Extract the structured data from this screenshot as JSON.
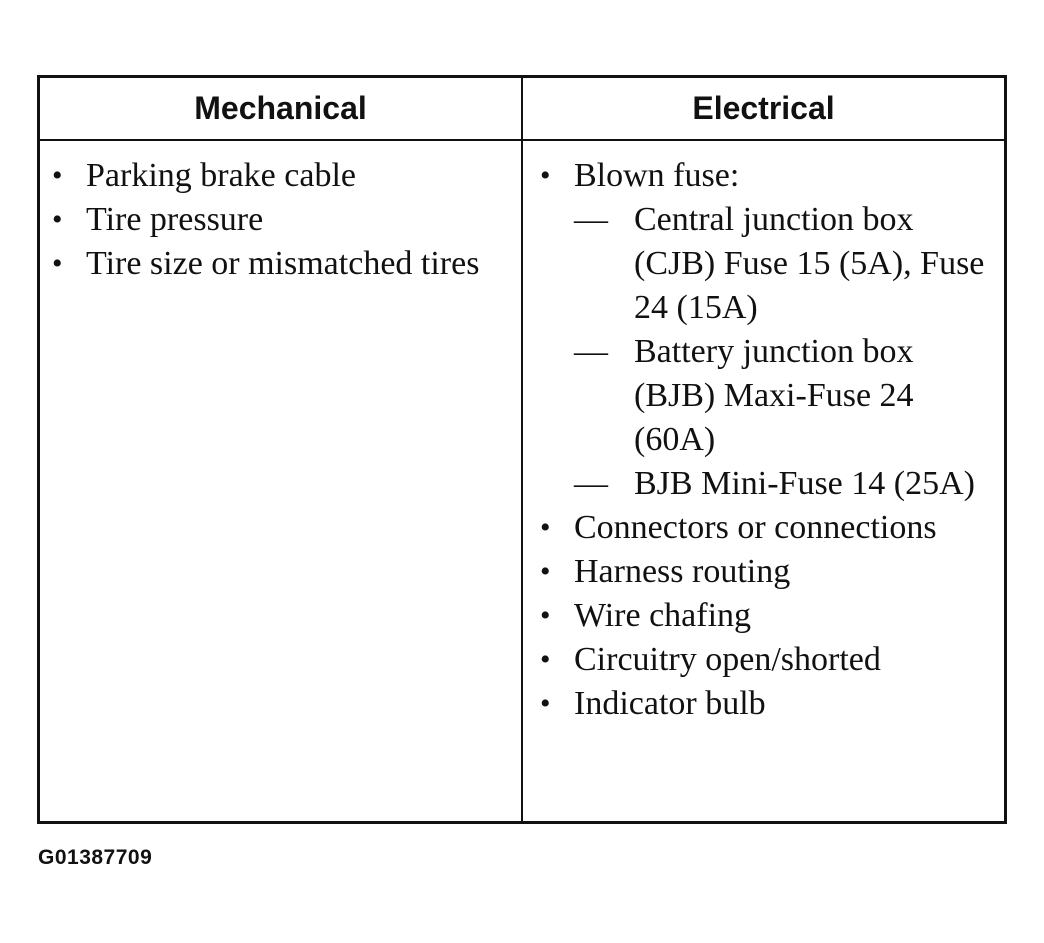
{
  "table": {
    "headers": {
      "left": "Mechanical",
      "right": "Electrical"
    },
    "mechanical": [
      "Parking brake cable",
      "Tire pressure",
      "Tire size or mismatched tires"
    ],
    "electrical": {
      "blown_fuse": {
        "label": "Blown fuse:",
        "subitems": [
          "Central junction box (CJB) Fuse 15 (5A), Fuse 24 (15A)",
          "Battery junction box (BJB) Maxi-Fuse 24 (60A)",
          "BJB Mini-Fuse 14 (25A)"
        ]
      },
      "items": [
        "Connectors or connections",
        "Harness routing",
        "Wire chafing",
        "Circuitry open/shorted",
        "Indicator bulb"
      ]
    },
    "bullet_symbol": "•",
    "dash_symbol": "—"
  },
  "figure_id": "G01387709"
}
